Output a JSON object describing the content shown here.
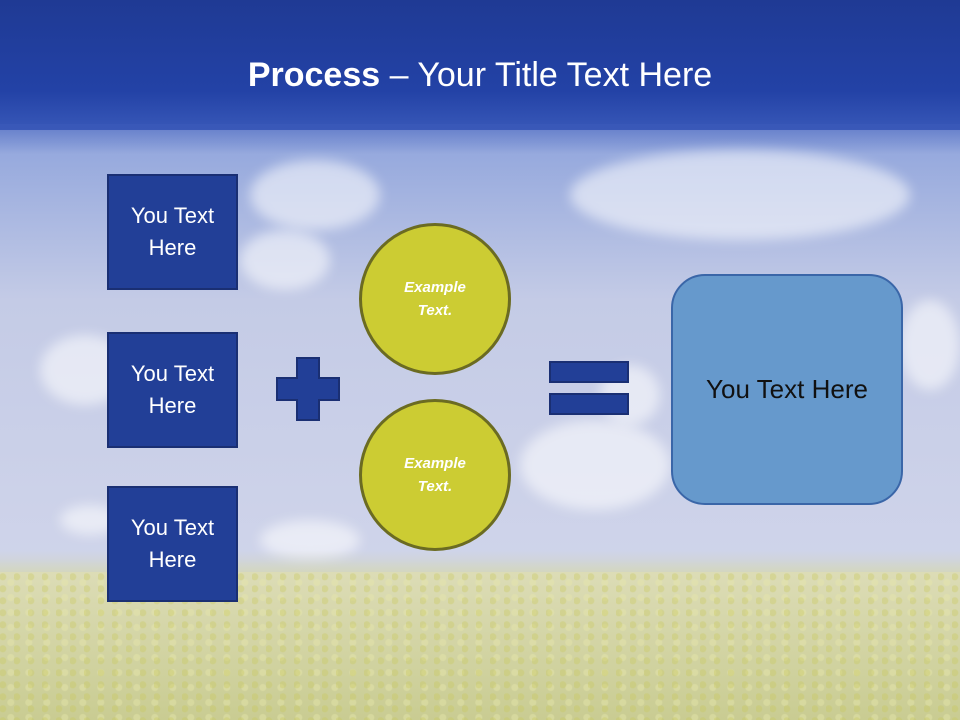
{
  "title": {
    "bold": "Process",
    "rest": " – Your Title Text Here"
  },
  "left_boxes": [
    {
      "label": "You Text Here"
    },
    {
      "label": "You Text Here"
    },
    {
      "label": "You Text Here"
    }
  ],
  "circles": [
    {
      "label": "Example Text."
    },
    {
      "label": "Example Text."
    }
  ],
  "result_box": {
    "label": "You Text Here"
  },
  "colors": {
    "title_band": "#2342a6",
    "box_fill": "#223f97",
    "circle_fill": "#cccc33",
    "result_fill": "#6699cc"
  }
}
